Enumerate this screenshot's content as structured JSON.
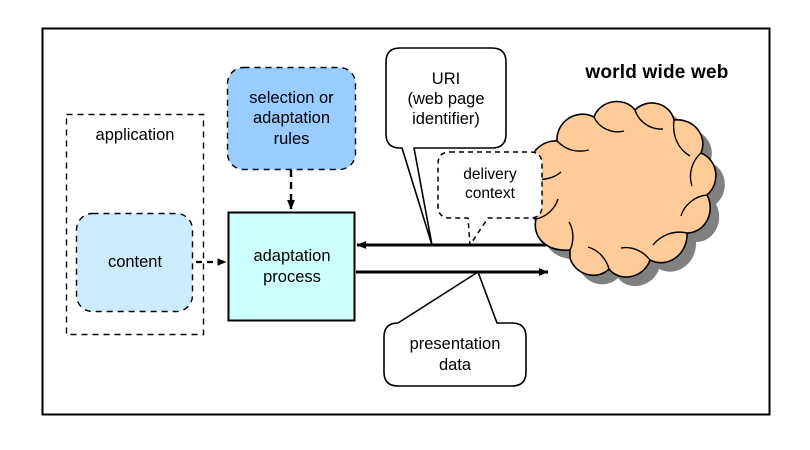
{
  "diagram": {
    "title_label": "world wide web",
    "frame": {
      "name": "outer-frame"
    },
    "application_group": {
      "label": "application"
    },
    "nodes": {
      "rules": {
        "label_lines": [
          "selection or",
          "adaptation",
          "rules"
        ],
        "fill": "#99CCFF",
        "border": "dashed"
      },
      "content": {
        "label_lines": [
          "content"
        ],
        "fill": "#CCEBFC",
        "border": "dashed"
      },
      "adaptation_process": {
        "label_lines": [
          "adaptation",
          "process"
        ],
        "fill": "#CCFFFF",
        "border": "solid"
      },
      "cloud": {
        "label": "world wide web",
        "fill": "#FFCC99",
        "shadow": "#808080"
      }
    },
    "callouts": {
      "uri": {
        "label_lines": [
          "URI",
          "(web page",
          "identifier)"
        ],
        "border": "solid"
      },
      "delivery_context": {
        "label_lines": [
          "delivery",
          "context"
        ],
        "border": "dashed"
      },
      "presentation_data": {
        "label_lines": [
          "presentation",
          "data"
        ],
        "border": "solid"
      }
    },
    "arrows": [
      {
        "name": "rules-to-adaptation-arrow",
        "style": "dashed",
        "direction": "down"
      },
      {
        "name": "content-to-adaptation-arrow",
        "style": "dashed",
        "direction": "right"
      },
      {
        "name": "web-to-adaptation-arrow",
        "style": "solid",
        "direction": "left"
      },
      {
        "name": "adaptation-to-web-arrow",
        "style": "solid",
        "direction": "right"
      }
    ]
  }
}
